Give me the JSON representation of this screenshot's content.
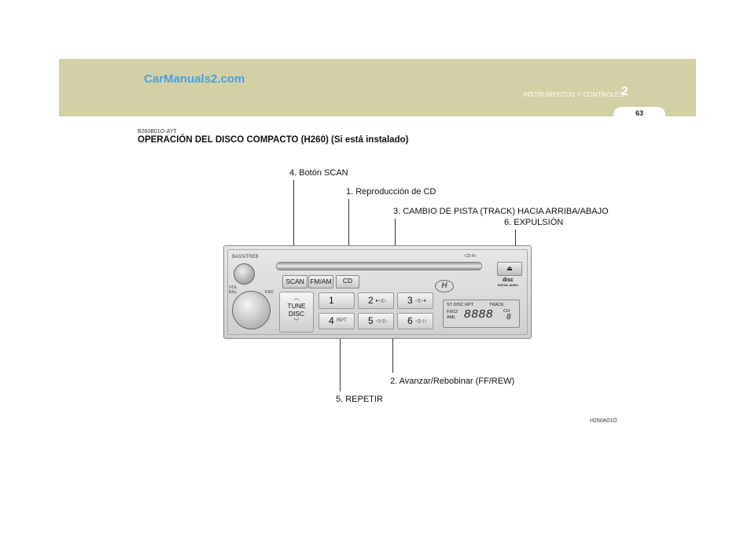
{
  "header": {
    "watermark": "CarManuals2.com",
    "section_title": "INSTRUMENTOS Y CONTROLES",
    "chapter_number": "2",
    "page_number": "63",
    "band_color": "#d4d0a6"
  },
  "document": {
    "code": "B260B01O-AYT",
    "heading": "OPERACIÓN DEL DISCO COMPACTO (H260) (Si está instalado)",
    "figure_code": "H260A01O"
  },
  "callouts": {
    "scan": "4. Botón SCAN",
    "cd_play": "1. Reproducción de CD",
    "track": "3. CAMBIO DE PISTA (TRACK) HACIA ARRIBA/ABAJO",
    "eject": "6. EXPULSIÓN",
    "ffrew": "2. Avanzar/Rebobinar (FF/REW)",
    "repeat": "5. REPETIR"
  },
  "radio": {
    "bass_treb": "BASS/TREB",
    "vol": "VOL",
    "bal": "BAL",
    "fad": "FAD",
    "cd_in": "CD-IN",
    "buttons": {
      "scan": "SCAN",
      "fmam": "FM/AM",
      "cd": "CD"
    },
    "tune_line1": "TUNE",
    "tune_line2": "DISC",
    "presets": [
      {
        "num": "1",
        "sym": ""
      },
      {
        "num": "2",
        "sym": "▸◁▷"
      },
      {
        "num": "3",
        "sym": "◁▷◂"
      },
      {
        "num": "4",
        "sym": "RPT"
      },
      {
        "num": "5",
        "sym": "◁◁▷"
      },
      {
        "num": "6",
        "sym": "◁▷▷"
      }
    ],
    "display": {
      "top": "ST DISC RPT",
      "track": "TRACK",
      "band1": "FM12",
      "band2": "AML",
      "digits": "8888",
      "ch": "CH",
      "small_digit": "8"
    },
    "logo_letter": "H",
    "disc_logo_line1": "disc",
    "disc_logo_line2": "DIGITAL AUDIO"
  }
}
